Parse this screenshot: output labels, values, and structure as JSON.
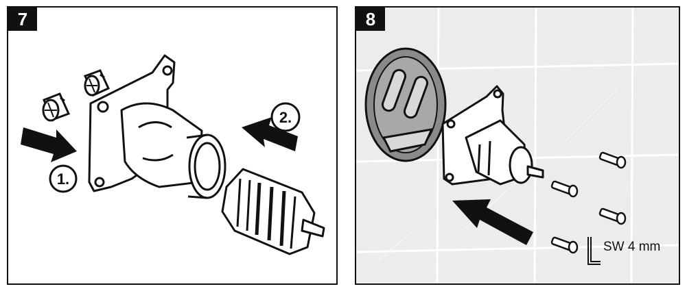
{
  "panels": [
    {
      "number": "7",
      "steps": [
        "1.",
        "2."
      ]
    },
    {
      "number": "8",
      "tool_label": "SW 4 mm"
    }
  ],
  "colors": {
    "line": "#111111",
    "tile_background": "#ececec",
    "grout": "#ffffff",
    "trim_fill": "#8a8a8a"
  },
  "icons": [
    "thick-arrow-icon",
    "allen-key-icon",
    "screw-icon"
  ]
}
